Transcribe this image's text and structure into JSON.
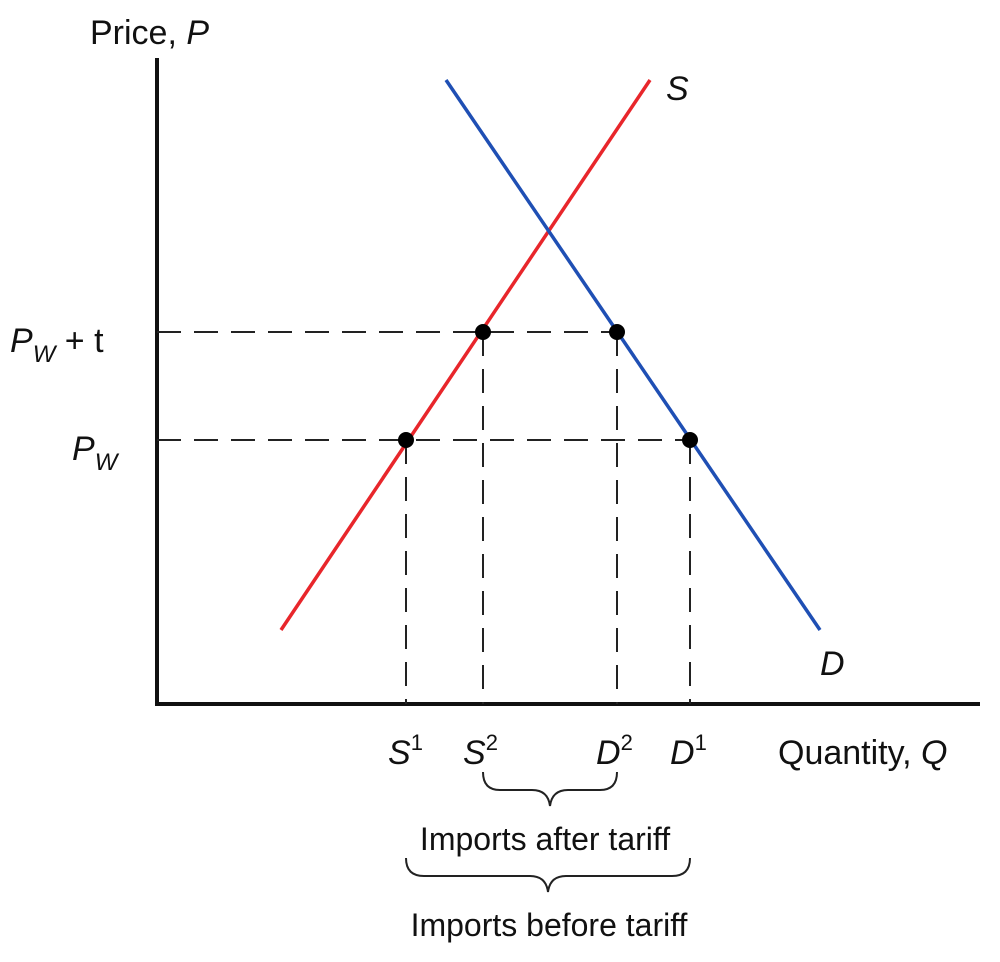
{
  "axes": {
    "y_label": "Price, ",
    "y_symbol": "P",
    "x_label": "Quantity, ",
    "x_symbol": "Q"
  },
  "curves": {
    "supply": {
      "label": "S",
      "color": "#e8262b"
    },
    "demand": {
      "label": "D",
      "color": "#1f4fb4"
    }
  },
  "price_levels": {
    "tariff": {
      "base": "P",
      "sub": "W",
      "rest": " + t"
    },
    "world": {
      "base": "P",
      "sub": "W"
    }
  },
  "quantity_ticks": [
    {
      "base": "S",
      "sup": "1"
    },
    {
      "base": "S",
      "sup": "2"
    },
    {
      "base": "D",
      "sup": "2"
    },
    {
      "base": "D",
      "sup": "1"
    }
  ],
  "annotations": {
    "imports_after": "Imports after tariff",
    "imports_before": "Imports before tariff"
  }
}
